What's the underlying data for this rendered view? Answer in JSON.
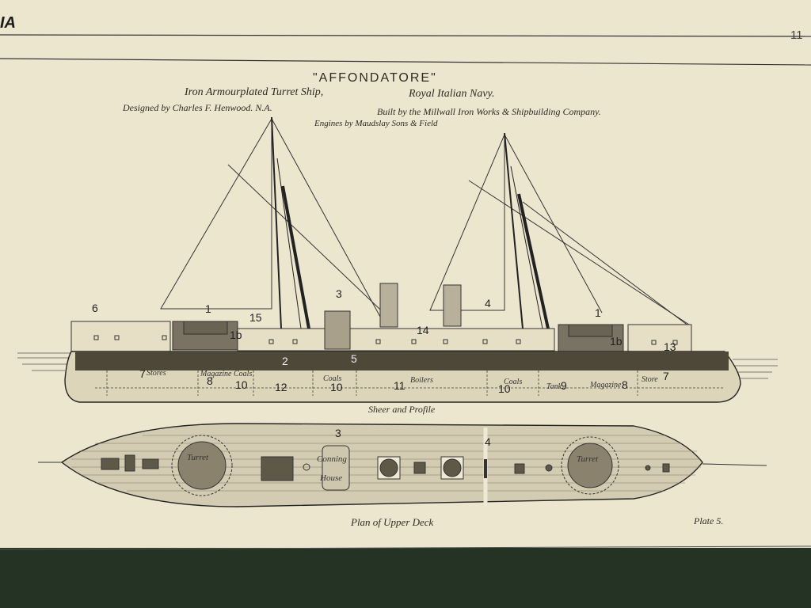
{
  "header": {
    "logo": "IA",
    "page_number": "11"
  },
  "title": "\"AFFONDATORE\"",
  "subtitle_left": "Iron Armourplated Turret Ship,",
  "subtitle_right": "Royal Italian Navy.",
  "designer": "Designed by Charles F. Henwood. N.A.",
  "builder": "Built by the Millwall Iron Works & Shipbuilding Company.",
  "engines": "Engines by Maudslay Sons & Field",
  "caption_profile": "Sheer and Profile",
  "caption_plan": "Plan of Upper Deck",
  "plate": "Plate 5.",
  "profile_numbers": [
    "6",
    "1",
    "15",
    "1b",
    "3",
    "14",
    "4",
    "1",
    "1b",
    "13",
    "2",
    "5",
    "7",
    "8",
    "10",
    "12",
    "10",
    "11",
    "10",
    "9",
    "8",
    "7"
  ],
  "profile_labels": [
    "Stores",
    "Magazine",
    "Coals",
    "Coals",
    "Boilers",
    "Coals",
    "Tank",
    "Magazine",
    "Store"
  ],
  "plan_numbers": [
    "3",
    "4"
  ],
  "plan_labels": [
    "Turret",
    "Conning",
    "House",
    "Turret"
  ]
}
